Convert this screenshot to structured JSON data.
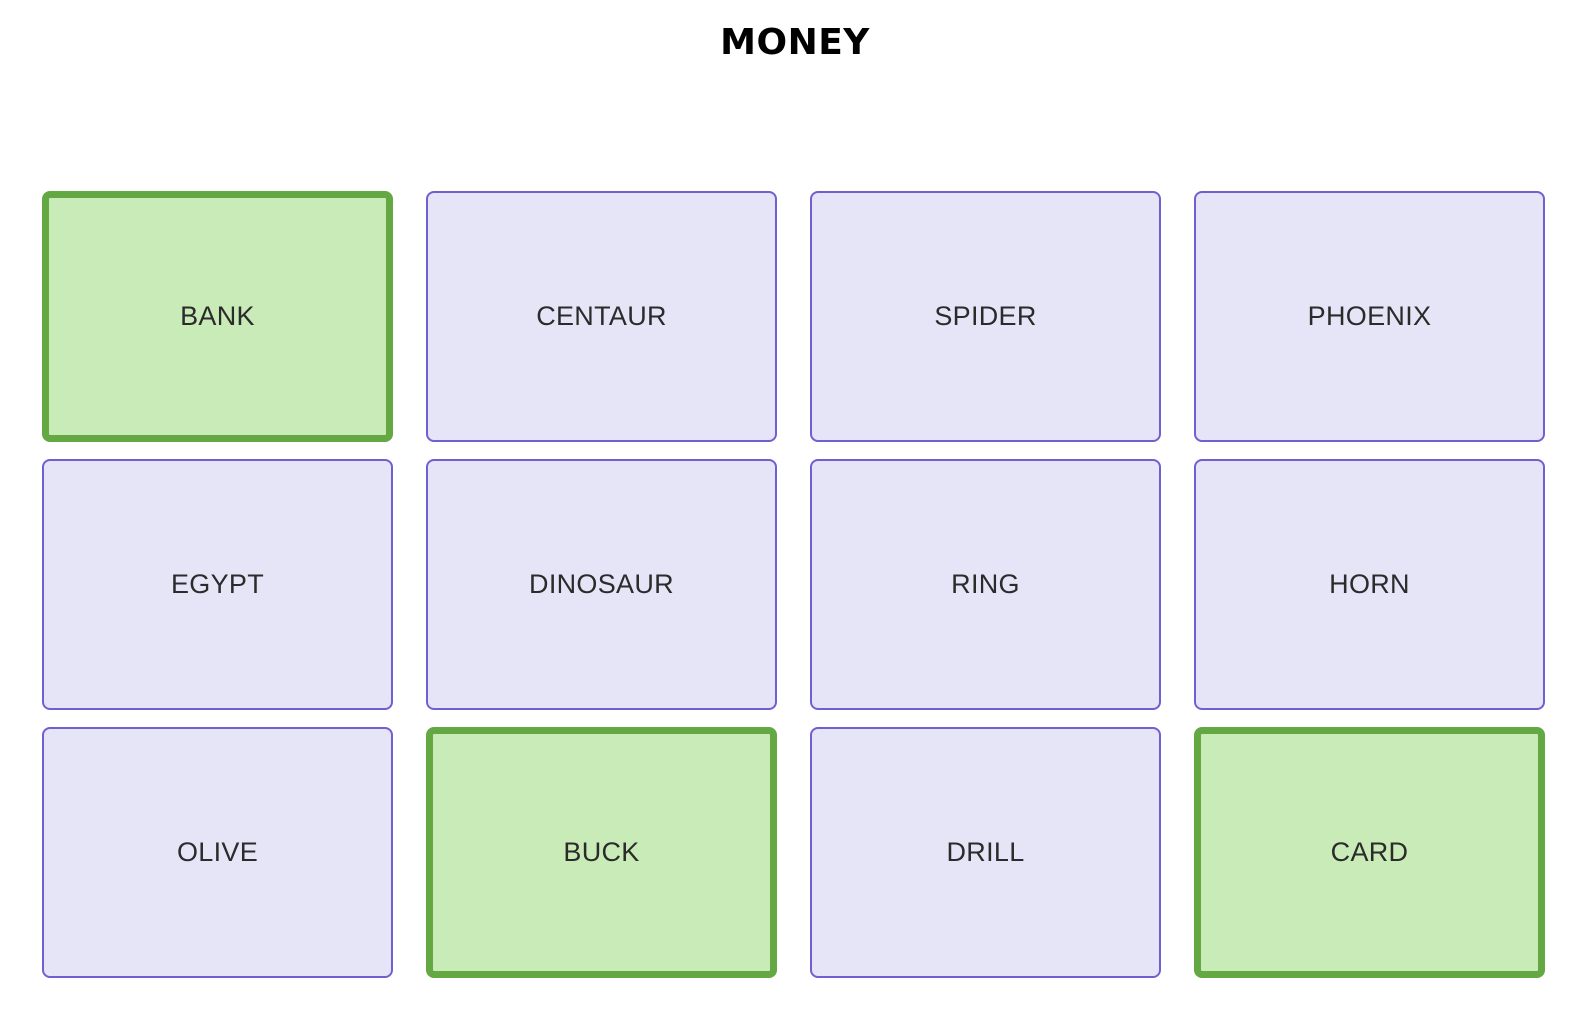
{
  "title": "MONEY",
  "colors": {
    "card_background": "#e6e5f7",
    "card_border": "#6f5fd1",
    "selected_background": "#c9ebb8",
    "selected_border": "#64a843"
  },
  "cards": [
    {
      "label": "BANK",
      "selected": true
    },
    {
      "label": "CENTAUR",
      "selected": false
    },
    {
      "label": "SPIDER",
      "selected": false
    },
    {
      "label": "PHOENIX",
      "selected": false
    },
    {
      "label": "EGYPT",
      "selected": false
    },
    {
      "label": "DINOSAUR",
      "selected": false
    },
    {
      "label": "RING",
      "selected": false
    },
    {
      "label": "HORN",
      "selected": false
    },
    {
      "label": "OLIVE",
      "selected": false
    },
    {
      "label": "BUCK",
      "selected": true
    },
    {
      "label": "DRILL",
      "selected": false
    },
    {
      "label": "CARD",
      "selected": true
    }
  ]
}
